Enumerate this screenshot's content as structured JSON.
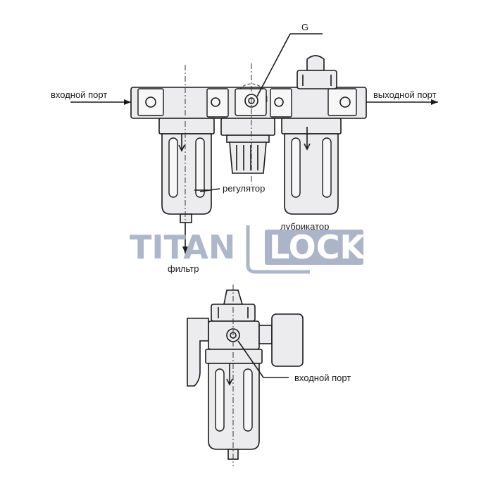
{
  "labels": {
    "inlet_port_top": "входной порт",
    "outlet_port": "выходной порт",
    "port_size": "G",
    "regulator": "регулятор",
    "lubricator": "лубрикатор",
    "filter": "фильтр",
    "inlet_port_bottom": "входной порт"
  },
  "watermark": {
    "word_left": "TITAN",
    "word_right": "LOCK",
    "color_text": "#aab3c8",
    "color_box": "#a8b1c6",
    "color_box_text": "#ffffff"
  }
}
